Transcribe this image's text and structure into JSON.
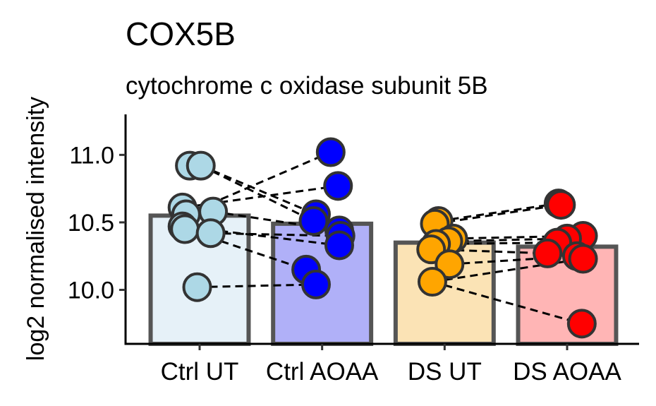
{
  "chart_data": {
    "type": "bar",
    "title": "COX5B",
    "subtitle": "cytochrome c oxidase subunit 5B",
    "xlabel": "",
    "ylabel": "log2 normalised intensity",
    "ylim": [
      9.6,
      11.3
    ],
    "yticks": [
      10.0,
      10.5,
      11.0
    ],
    "ytick_labels": [
      "10.0",
      "10.5",
      "11.0"
    ],
    "grid": false,
    "legend": "none",
    "categories": [
      "Ctrl UT",
      "Ctrl AOAA",
      "DS UT",
      "DS AOAA"
    ],
    "values": [
      10.55,
      10.49,
      10.35,
      10.32
    ],
    "bar_fill_colors": [
      "#e6f1f8",
      "#b0b0f8",
      "#fbe3b5",
      "#ffb5b5"
    ],
    "point_colors": [
      "#add8e6",
      "#0000ff",
      "#ffa500",
      "#ff0000"
    ],
    "bar_edge_color": "#555555",
    "points": [
      [
        {
          "y": 10.92,
          "offset": -0.08
        },
        {
          "y": 10.92,
          "offset": 0.01
        },
        {
          "y": 10.61,
          "offset": -0.14
        },
        {
          "y": 10.58,
          "offset": 0.11
        },
        {
          "y": 10.56,
          "offset": -0.11
        },
        {
          "y": 10.47,
          "offset": -0.14
        },
        {
          "y": 10.45,
          "offset": -0.12
        },
        {
          "y": 10.42,
          "offset": 0.09
        },
        {
          "y": 10.02,
          "offset": -0.02
        }
      ],
      [
        {
          "y": 11.02,
          "offset": 0.07
        },
        {
          "y": 10.77,
          "offset": 0.13
        },
        {
          "y": 10.56,
          "offset": -0.05
        },
        {
          "y": 10.51,
          "offset": -0.07
        },
        {
          "y": 10.44,
          "offset": 0.14
        },
        {
          "y": 10.4,
          "offset": 0.15
        },
        {
          "y": 10.33,
          "offset": 0.14
        },
        {
          "y": 10.15,
          "offset": -0.13
        },
        {
          "y": 10.04,
          "offset": -0.05
        }
      ],
      [
        {
          "y": 10.51,
          "offset": -0.05
        },
        {
          "y": 10.49,
          "offset": -0.08
        },
        {
          "y": 10.38,
          "offset": 0.07
        },
        {
          "y": 10.36,
          "offset": 0.03
        },
        {
          "y": 10.34,
          "offset": -0.07
        },
        {
          "y": 10.3,
          "offset": -0.11
        },
        {
          "y": 10.19,
          "offset": 0.04
        },
        {
          "y": 10.06,
          "offset": -0.1
        }
      ],
      [
        {
          "y": 10.64,
          "offset": -0.07
        },
        {
          "y": 10.63,
          "offset": -0.05
        },
        {
          "y": 10.4,
          "offset": 0.13
        },
        {
          "y": 10.38,
          "offset": 0.0
        },
        {
          "y": 10.35,
          "offset": -0.08
        },
        {
          "y": 10.27,
          "offset": -0.16
        },
        {
          "y": 10.25,
          "offset": 0.08
        },
        {
          "y": 10.23,
          "offset": 0.13
        },
        {
          "y": 9.75,
          "offset": 0.12
        }
      ]
    ],
    "pairs": [
      {
        "group": 0,
        "from": {
          "y": 10.92,
          "offset": 0.01
        },
        "to": {
          "y": 10.56,
          "offset": -0.05
        }
      },
      {
        "group": 0,
        "from": {
          "y": 10.92,
          "offset": 0.01
        },
        "to": {
          "y": 10.51,
          "offset": -0.07
        }
      },
      {
        "group": 0,
        "from": {
          "y": 10.56,
          "offset": -0.11
        },
        "to": {
          "y": 11.02,
          "offset": 0.07
        }
      },
      {
        "group": 0,
        "from": {
          "y": 10.61,
          "offset": -0.14
        },
        "to": {
          "y": 10.77,
          "offset": 0.13
        }
      },
      {
        "group": 0,
        "from": {
          "y": 10.58,
          "offset": 0.11
        },
        "to": {
          "y": 10.44,
          "offset": 0.14
        }
      },
      {
        "group": 0,
        "from": {
          "y": 10.47,
          "offset": -0.14
        },
        "to": {
          "y": 10.33,
          "offset": 0.14
        }
      },
      {
        "group": 0,
        "from": {
          "y": 10.42,
          "offset": 0.09
        },
        "to": {
          "y": 10.4,
          "offset": 0.15
        }
      },
      {
        "group": 0,
        "from": {
          "y": 10.45,
          "offset": -0.12
        },
        "to": {
          "y": 10.15,
          "offset": -0.13
        }
      },
      {
        "group": 0,
        "from": {
          "y": 10.02,
          "offset": -0.02
        },
        "to": {
          "y": 10.04,
          "offset": -0.05
        }
      },
      {
        "group": 2,
        "from": {
          "y": 10.51,
          "offset": -0.05
        },
        "to": {
          "y": 10.64,
          "offset": -0.07
        }
      },
      {
        "group": 2,
        "from": {
          "y": 10.49,
          "offset": -0.08
        },
        "to": {
          "y": 10.63,
          "offset": -0.05
        }
      },
      {
        "group": 2,
        "from": {
          "y": 10.38,
          "offset": 0.07
        },
        "to": {
          "y": 10.4,
          "offset": 0.13
        }
      },
      {
        "group": 2,
        "from": {
          "y": 10.36,
          "offset": 0.03
        },
        "to": {
          "y": 10.38,
          "offset": 0.0
        }
      },
      {
        "group": 2,
        "from": {
          "y": 10.34,
          "offset": -0.07
        },
        "to": {
          "y": 10.35,
          "offset": -0.08
        }
      },
      {
        "group": 2,
        "from": {
          "y": 10.3,
          "offset": -0.11
        },
        "to": {
          "y": 10.27,
          "offset": -0.16
        }
      },
      {
        "group": 2,
        "from": {
          "y": 10.19,
          "offset": 0.04
        },
        "to": {
          "y": 10.25,
          "offset": 0.08
        }
      },
      {
        "group": 2,
        "from": {
          "y": 10.06,
          "offset": -0.1
        },
        "to": {
          "y": 9.75,
          "offset": 0.12
        }
      },
      {
        "group": 2,
        "from": {
          "y": 10.06,
          "offset": -0.1
        },
        "to": {
          "y": 10.23,
          "offset": 0.13
        }
      }
    ]
  }
}
